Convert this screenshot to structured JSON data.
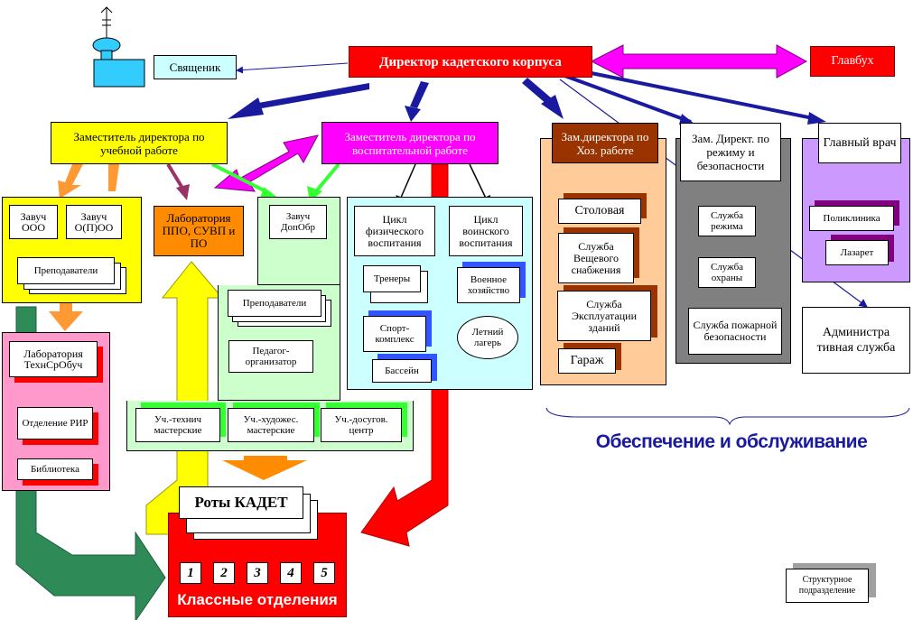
{
  "director": "Директор кадетского корпуса",
  "chaplain": "Священик",
  "chief_accountant": "Главбух",
  "deputy_education": "Заместитель директора по учебной работе",
  "deputy_upbringing": "Заместитель директора по воспитательной работе",
  "deputy_household": "Зам.директора по Хоз. работе",
  "deputy_security": "Зам. Директ. по режиму и безопасности",
  "chief_doctor": "Главный врач",
  "head_ooo": "Завуч ООО",
  "head_osoo": "Завуч О(П)ОО",
  "teachers_left": "Преподаватели",
  "lab_ppo": "Лаборатория ППО, СУВП и ПО",
  "lab_tech": "Лаборатория ТехнСрОбуч",
  "dept_rir": "Отделение РИР",
  "library": "Библиотека",
  "head_dopobr": "Завуч ДопОбр",
  "teachers_mid": "Преподаватели",
  "pedagog": "Педагог-организатор",
  "workshop_tech": "Уч.-технич мастерские",
  "workshop_art": "Уч.-художес. мастерские",
  "workshop_leisure": "Уч.-досугов. центр",
  "cycle_physical": "Цикл физического воспитания",
  "cycle_military": "Цикл воинского воспитания",
  "trainers": "Тренеры",
  "military_household": "Военное хозяйство",
  "sport_complex": "Спорт-комплекс",
  "summer_camp": "Летний лагерь",
  "pool": "Бассейн",
  "canteen": "Столовая",
  "clothing_service": "Служба Вещевого снабжения",
  "maintenance_service": "Служба Эксплуатации зданий",
  "garage": "Гараж",
  "regime_service": "Служба режима",
  "guard_service": "Служба охраны",
  "fire_service": "Служба пожарной безопасности",
  "polyclinic": "Поликлиника",
  "infirmary": "Лазарет",
  "admin_service": "Администра тивная служба",
  "support_caption": "Обеспечение и обслуживание",
  "companies": "Роты КАДЕТ",
  "class_numbers": [
    "1",
    "2",
    "3",
    "4",
    "5"
  ],
  "class_units": "Классные отделения",
  "legend": "Структурное подразделение",
  "colors": {
    "red": "#ff0000",
    "magenta": "#ff00ff",
    "yellow": "#ffff00",
    "light_green": "#ccffcc",
    "light_cyan": "#ccffff",
    "peach": "#ffcc99",
    "gray": "#808080",
    "lavender": "#cc99ff",
    "pink": "#ff99cc",
    "orange": "#ff8c00",
    "brown": "#993300",
    "navy": "#1a1aa0",
    "dark_green": "#2e8b57"
  }
}
